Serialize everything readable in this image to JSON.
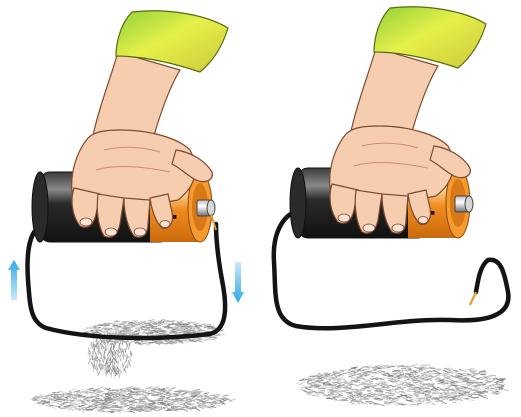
{
  "panels": [
    {
      "id": "left",
      "battery": {
        "positive_label": "+"
      },
      "wire": "closed-loop",
      "current_arrows": [
        "up",
        "down"
      ],
      "filings": [
        "attracted-cloud",
        "pile"
      ]
    },
    {
      "id": "right",
      "battery": {
        "positive_label": "+"
      },
      "wire": "open-loose-end",
      "current_arrows": [],
      "filings": [
        "pile"
      ]
    }
  ],
  "colors": {
    "battery_black": "#1e1e1e",
    "battery_orange": "#f08a1c",
    "skin": "#f7cdb0",
    "sleeve": "#d9e84c",
    "arrow": "#29a3e0",
    "wire": "#141414"
  },
  "icons": [
    "hand-icon",
    "battery-icon",
    "arrow-up-icon",
    "arrow-down-icon",
    "iron-filings-icon"
  ]
}
